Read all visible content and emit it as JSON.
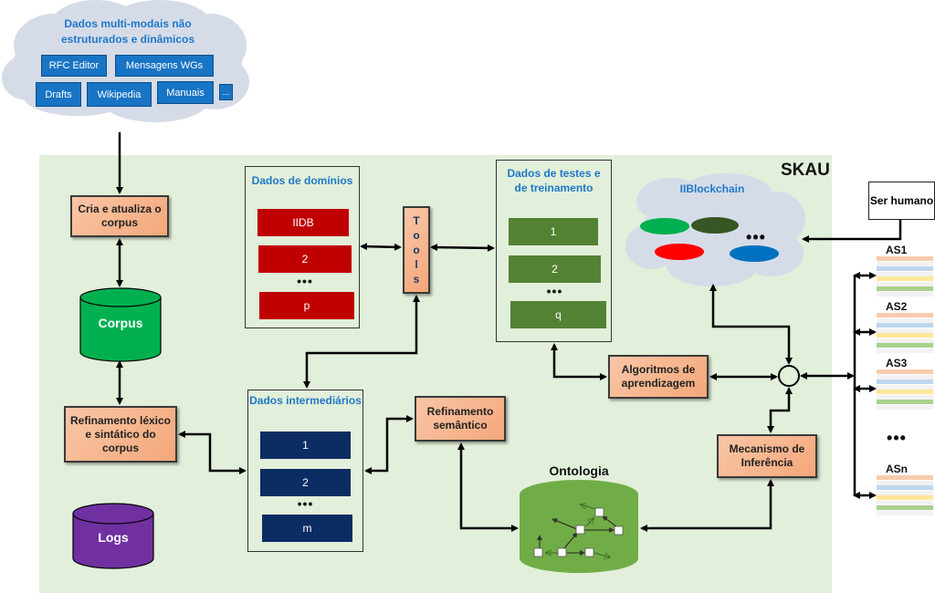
{
  "sources_cloud": {
    "title": "Dados multi-modais não estruturados e dinâmicos",
    "items": [
      "RFC Editor",
      "Mensagens WGs",
      "Drafts",
      "Wikipedia",
      "Manuais",
      "..."
    ]
  },
  "system": {
    "title": "SKAU",
    "processes": {
      "create_corpus": "Cria e atualiza o corpus",
      "lexical_refinement": "Refinamento léxico e sintático do corpus",
      "semantic_refinement": "Refinamento semântico",
      "learning_algorithms": "Algoritmos de aprendizagem",
      "inference": "Mecanismo de Inferência",
      "tools": "Tools"
    },
    "stores": {
      "corpus": "Corpus",
      "logs": "Logs",
      "ontology": "Ontologia"
    },
    "domain_data": {
      "title": "Dados de domínios",
      "items": [
        "IIDB",
        "2",
        "p"
      ],
      "ellipsis": "•••"
    },
    "test_train_data": {
      "title": "Dados de testes e de treinamento",
      "items": [
        "1",
        "2",
        "q"
      ],
      "ellipsis": "•••"
    },
    "intermediate_data": {
      "title": "Dados intermediários",
      "items": [
        "1",
        "2",
        "m"
      ],
      "ellipsis": "•••"
    },
    "blockchain": {
      "title": "IIBlockchain",
      "ellipsis": "•••",
      "node_colors": [
        "#00b050",
        "#375623",
        "#ff0000",
        "#0070c0"
      ]
    }
  },
  "external": {
    "human": "Ser humano",
    "autonomous_systems": [
      "AS1",
      "AS2",
      "AS3",
      "ASn"
    ],
    "ellipsis": "•••"
  },
  "colors": {
    "background_area": "#e2efda",
    "process_fill": "#f4b183",
    "corpus": "#00b050",
    "logs": "#7030a0",
    "ontology": "#70ad47",
    "domain_item": "#c00000",
    "test_item": "#548235",
    "intermediate_item": "#0c2c64",
    "title_blue": "#1f78c8"
  }
}
